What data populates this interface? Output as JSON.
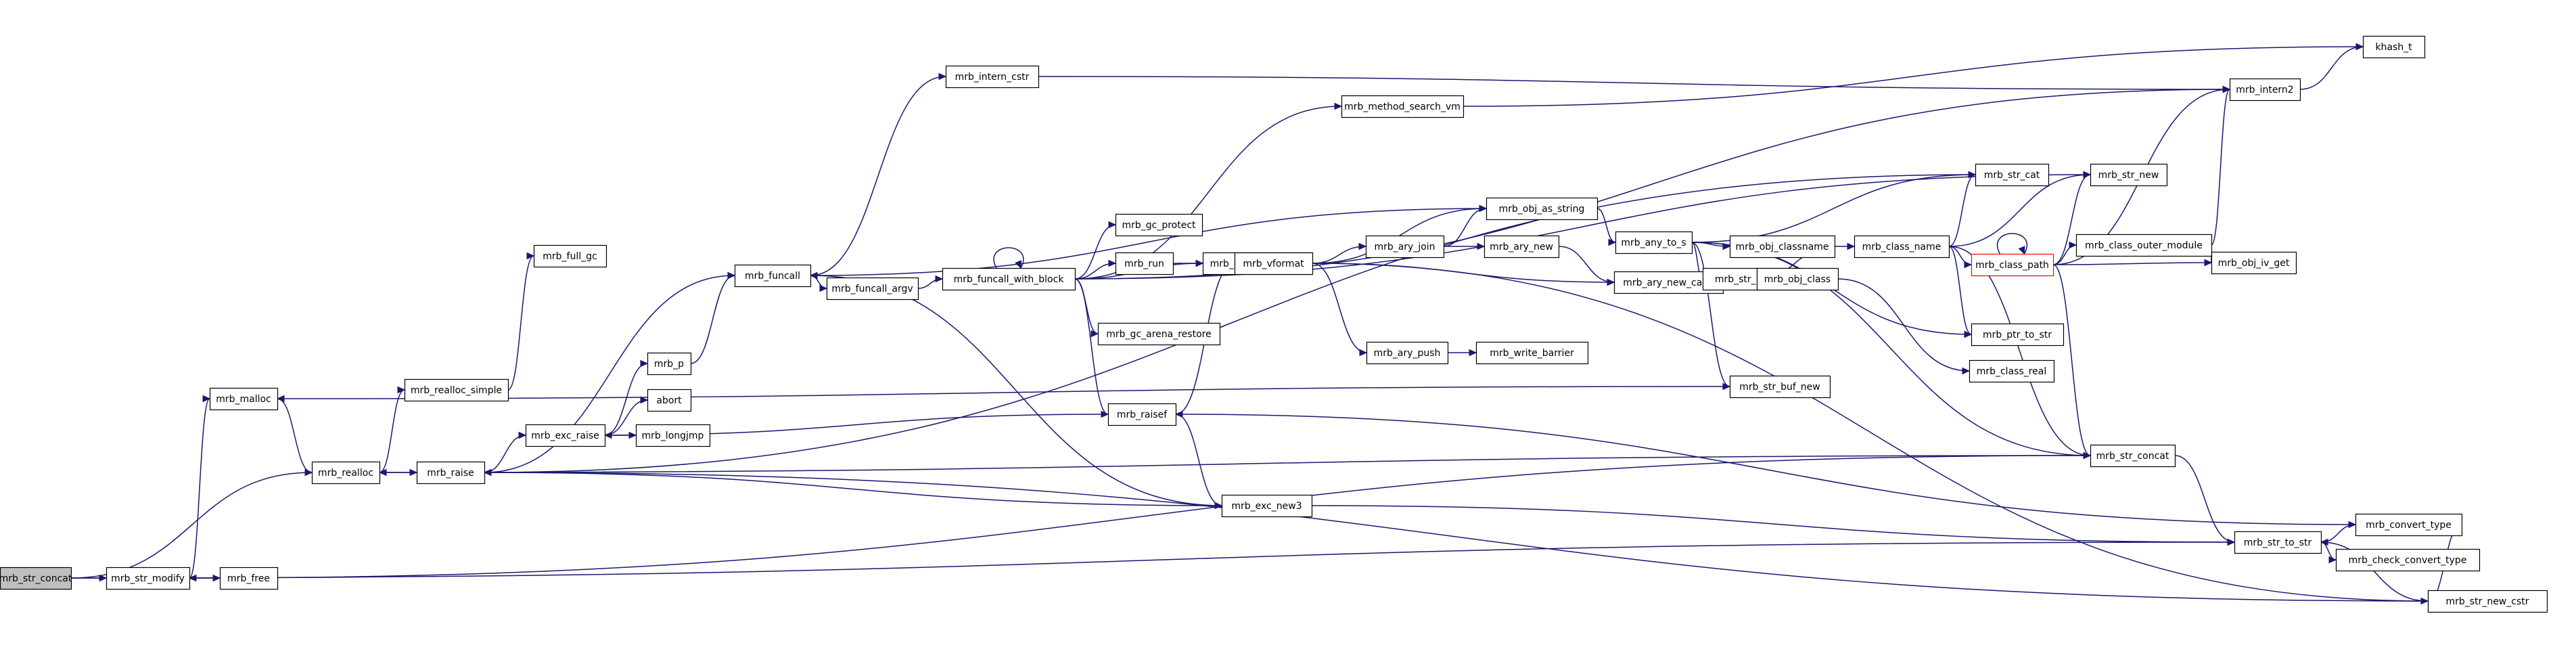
{
  "colors": {
    "edge": "#191970",
    "start_fill": "#bfbfbf",
    "highlight_border": "#ff0000"
  },
  "graph": {
    "nodes": [
      {
        "id": "mrb_str_concat_root",
        "label": "mrb_str_concat",
        "root": true
      },
      {
        "id": "mrb_str_modify",
        "label": "mrb_str_modify"
      },
      {
        "id": "mrb_free",
        "label": "mrb_free"
      },
      {
        "id": "mrb_malloc",
        "label": "mrb_malloc"
      },
      {
        "id": "mrb_realloc",
        "label": "mrb_realloc"
      },
      {
        "id": "mrb_realloc_simple",
        "label": "mrb_realloc_simple"
      },
      {
        "id": "mrb_full_gc",
        "label": "mrb_full_gc"
      },
      {
        "id": "mrb_raise",
        "label": "mrb_raise"
      },
      {
        "id": "mrb_exc_raise",
        "label": "mrb_exc_raise"
      },
      {
        "id": "mrb_p",
        "label": "mrb_p"
      },
      {
        "id": "abort",
        "label": "abort"
      },
      {
        "id": "mrb_longjmp",
        "label": "mrb_longjmp"
      },
      {
        "id": "mrb_funcall",
        "label": "mrb_funcall"
      },
      {
        "id": "mrb_intern_cstr",
        "label": "mrb_intern_cstr"
      },
      {
        "id": "mrb_funcall_argv",
        "label": "mrb_funcall_argv"
      },
      {
        "id": "mrb_funcall_with_block",
        "label": "mrb_funcall_with_block"
      },
      {
        "id": "mrb_method_search_vm",
        "label": "mrb_method_search_vm"
      },
      {
        "id": "mrb_gc_protect",
        "label": "mrb_gc_protect"
      },
      {
        "id": "mrb_run",
        "label": "mrb_run"
      },
      {
        "id": "mrb_gc_arena_save",
        "label": "mrb_gc_arena_save"
      },
      {
        "id": "mrb_gc_arena_restore",
        "label": "mrb_gc_arena_restore"
      },
      {
        "id": "mrb_raisef",
        "label": "mrb_raisef"
      },
      {
        "id": "mrb_exc_new3",
        "label": "mrb_exc_new3"
      },
      {
        "id": "mrb_vformat",
        "label": "mrb_vformat"
      },
      {
        "id": "mrb_ary_join",
        "label": "mrb_ary_join"
      },
      {
        "id": "mrb_obj_as_string",
        "label": "mrb_obj_as_string"
      },
      {
        "id": "mrb_ary_new",
        "label": "mrb_ary_new"
      },
      {
        "id": "mrb_ary_new_capa",
        "label": "mrb_ary_new_capa"
      },
      {
        "id": "mrb_ary_push",
        "label": "mrb_ary_push"
      },
      {
        "id": "mrb_write_barrier",
        "label": "mrb_write_barrier"
      },
      {
        "id": "mrb_any_to_s",
        "label": "mrb_any_to_s"
      },
      {
        "id": "mrb_obj_classname",
        "label": "mrb_obj_classname"
      },
      {
        "id": "mrb_str_buf_cat",
        "label": "mrb_str_buf_cat"
      },
      {
        "id": "mrb_str_buf_new",
        "label": "mrb_str_buf_new"
      },
      {
        "id": "mrb_obj_class",
        "label": "mrb_obj_class"
      },
      {
        "id": "mrb_class_name",
        "label": "mrb_class_name"
      },
      {
        "id": "mrb_class_real",
        "label": "mrb_class_real"
      },
      {
        "id": "mrb_str_cat",
        "label": "mrb_str_cat"
      },
      {
        "id": "mrb_str_new",
        "label": "mrb_str_new"
      },
      {
        "id": "mrb_class_path",
        "label": "mrb_class_path",
        "highlight": true
      },
      {
        "id": "mrb_class_outer_module",
        "label": "mrb_class_outer_module"
      },
      {
        "id": "mrb_obj_iv_get",
        "label": "mrb_obj_iv_get"
      },
      {
        "id": "mrb_intern2",
        "label": "mrb_intern2"
      },
      {
        "id": "khash_t",
        "label": "khash_t"
      },
      {
        "id": "mrb_ptr_to_str",
        "label": "mrb_ptr_to_str"
      },
      {
        "id": "mrb_str_concat2",
        "label": "mrb_str_concat"
      },
      {
        "id": "mrb_str_to_str",
        "label": "mrb_str_to_str"
      },
      {
        "id": "mrb_convert_type",
        "label": "mrb_convert_type"
      },
      {
        "id": "mrb_check_convert_type",
        "label": "mrb_check_convert_type"
      },
      {
        "id": "mrb_str_new_cstr",
        "label": "mrb_str_new_cstr"
      }
    ]
  }
}
